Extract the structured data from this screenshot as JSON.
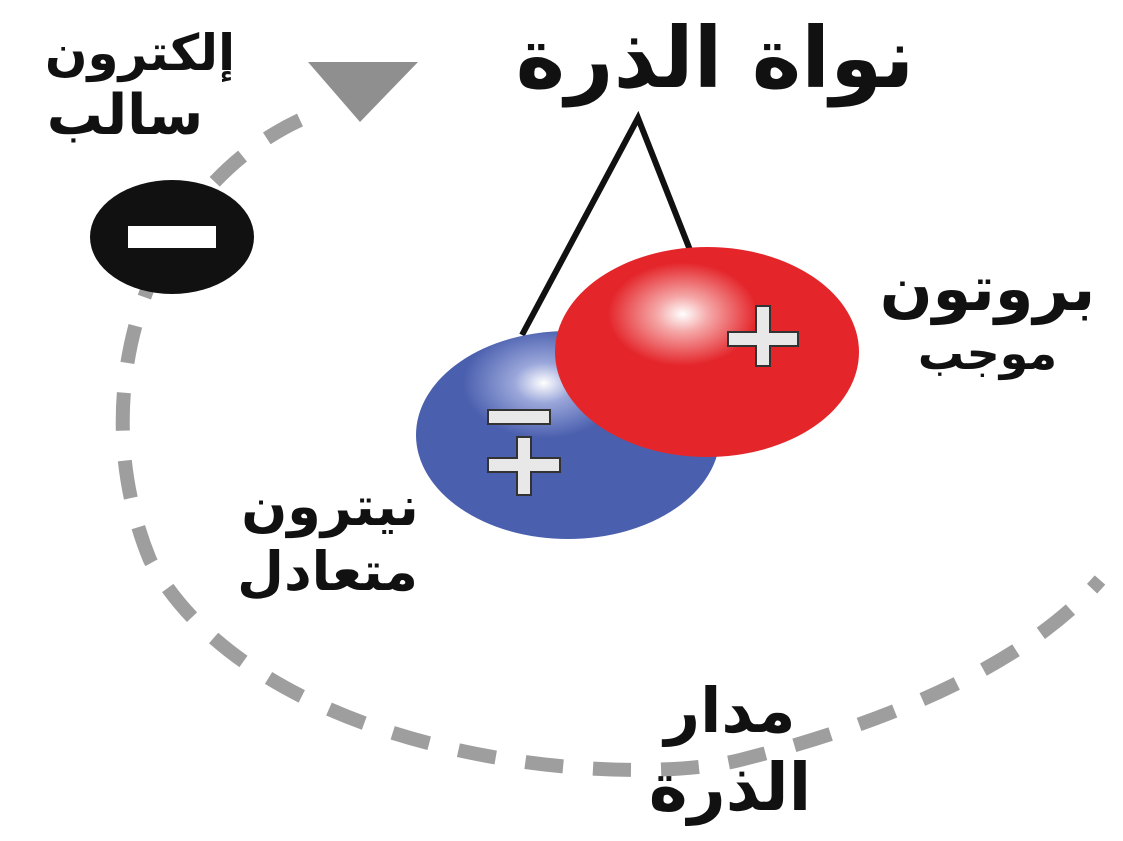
{
  "diagram": {
    "nucleus_label": "نواة الذرة",
    "electron": {
      "line1": "إلكترون",
      "line2": "سالب"
    },
    "proton": {
      "line1": "بروتون",
      "line2": "موجب"
    },
    "neutron": {
      "line1": "نيترون",
      "line2": "متعادل"
    },
    "orbit": {
      "line1": "مدار",
      "line2": "الذرة"
    },
    "colors": {
      "proton": "#e4262b",
      "neutron": "#4a5fae",
      "electron": "#111111",
      "orbit": "#9e9e9e",
      "arrow": "#8f8f8f"
    },
    "icons": {
      "electron_sign": "minus",
      "proton_sign": "plus",
      "neutron_signs": [
        "minus",
        "plus"
      ],
      "orbit_direction": "triangle-down-arrow"
    }
  }
}
